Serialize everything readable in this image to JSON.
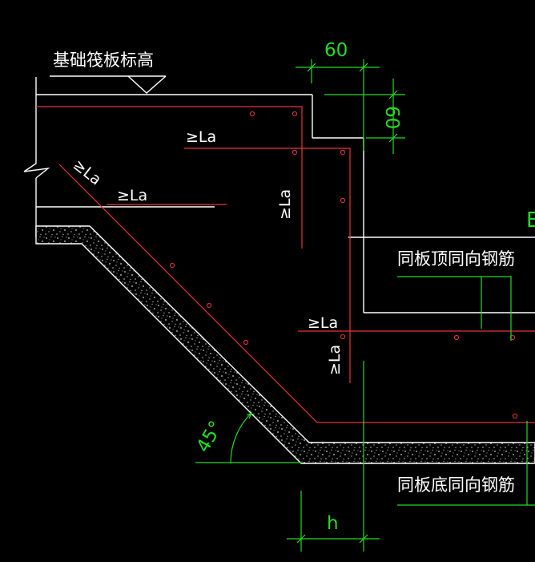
{
  "labels": {
    "raft_elevation": "基础筏板标高",
    "top_rebar": "同板顶同向钢筋",
    "bottom_rebar": "同板底同向钢筋",
    "la_1": "≥La",
    "la_2": "≥La",
    "la_3": "≥La",
    "la_4": "≥La",
    "la_5": "≥La",
    "la_6": "≥La",
    "edge_letter": "E"
  },
  "dimensions": {
    "dim_60_horizontal": "60",
    "dim_60_vertical": "60",
    "dim_h": "h",
    "angle": "45°"
  },
  "colors": {
    "background": "#000000",
    "outline": "#ffffff",
    "rebar": "#e8323c",
    "dimension": "#22dd22",
    "concrete": "#b4b4b4"
  }
}
